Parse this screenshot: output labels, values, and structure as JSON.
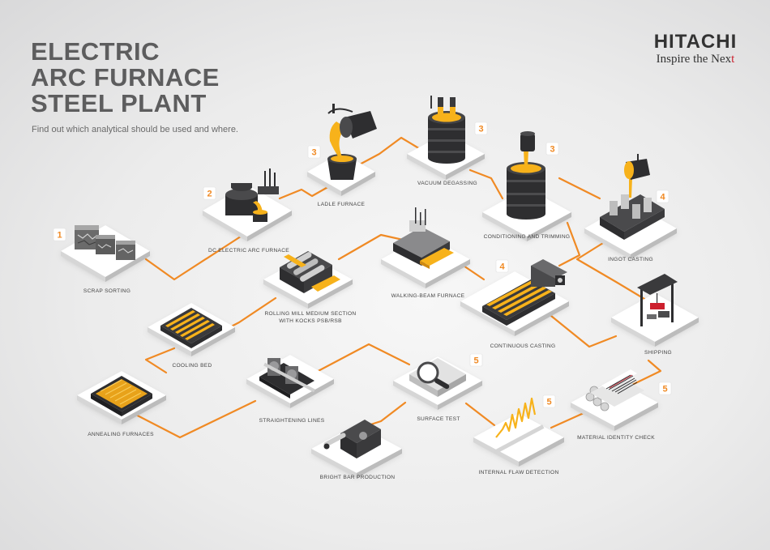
{
  "header": {
    "title_lines": [
      "ELECTRIC",
      "ARC FURNACE",
      "STEEL PLANT"
    ],
    "subtitle": "Find out which analytical should be used and where."
  },
  "brand": {
    "name": "HITACHI",
    "tagline_main": "Inspire the Nex",
    "tagline_accent": "t"
  },
  "colors": {
    "connector": "#f08a24",
    "platform": "#ffffff",
    "equipment": "#2e2e30",
    "molten": "#f7b21b",
    "label": "#444444",
    "accent_red": "#cc1f2d"
  },
  "stations": [
    {
      "id": "scrap-sorting",
      "label": "SCRAP SORTING",
      "step": "1",
      "icon": "scrap-bales-icon"
    },
    {
      "id": "dc-electric-arc-furnace",
      "label": "DC ELECTRIC ARC FURNACE",
      "step": "2",
      "icon": "arc-furnace-icon"
    },
    {
      "id": "ladle-furnace",
      "label": "LADLE FURNACE",
      "step": "3",
      "icon": "ladle-icon"
    },
    {
      "id": "vacuum-degassing",
      "label": "VACUUM DEGASSING",
      "step": "3",
      "icon": "vacuum-vessel-icon"
    },
    {
      "id": "conditioning-and-trimming",
      "label": "CONDITIONING AND TRIMMING",
      "step": "3",
      "icon": "conditioning-vessel-icon"
    },
    {
      "id": "ingot-casting",
      "label": "INGOT CASTING",
      "step": "4",
      "icon": "ingot-mould-icon"
    },
    {
      "id": "rolling-mill",
      "label_lines": [
        "ROLLING MILL MEDIUM SECTION",
        "WITH KOCKS PSB/RSB"
      ],
      "step": "",
      "icon": "rolling-mill-icon"
    },
    {
      "id": "walking-beam-furnace",
      "label": "WALKING-BEAM FURNACE",
      "step": "",
      "icon": "walking-beam-icon"
    },
    {
      "id": "continuous-casting",
      "label": "CONTINUOUS CASTING",
      "step": "4",
      "icon": "caster-icon"
    },
    {
      "id": "shipping",
      "label": "SHIPPING",
      "step": "",
      "icon": "crane-icon"
    },
    {
      "id": "cooling-bed",
      "label": "COOLING BED",
      "step": "",
      "icon": "cooling-bed-icon"
    },
    {
      "id": "annealing-furnaces",
      "label": "ANNEALING FURNACES",
      "step": "",
      "icon": "annealing-icon"
    },
    {
      "id": "straightening-lines",
      "label": "STRAIGHTENING LINES",
      "step": "",
      "icon": "straightener-icon"
    },
    {
      "id": "surface-test",
      "label": "SURFACE TEST",
      "step": "5",
      "icon": "magnifier-icon"
    },
    {
      "id": "material-identity-check",
      "label": "MATERIAL IDENTITY CHECK",
      "step": "5",
      "icon": "barcode-icon"
    },
    {
      "id": "internal-flaw-detection",
      "label": "INTERNAL FLAW DETECTION",
      "step": "5",
      "icon": "flaw-signal-icon"
    },
    {
      "id": "bright-bar-production",
      "label": "BRIGHT BAR PRODUCTION",
      "step": "",
      "icon": "bright-bar-icon"
    }
  ]
}
